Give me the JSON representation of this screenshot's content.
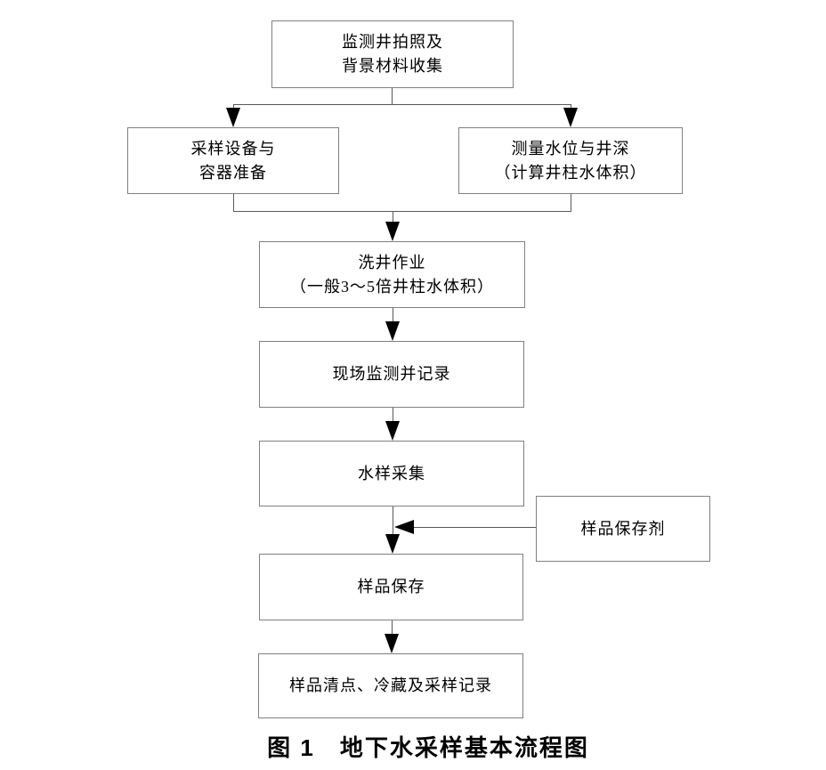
{
  "caption": "图 1　地下水采样基本流程图",
  "nodes": {
    "photo": {
      "lines": [
        "监测井拍照及",
        "背景材料收集"
      ]
    },
    "prepare": {
      "lines": [
        "采样设备与",
        "容器准备"
      ]
    },
    "measure": {
      "lines": [
        "测量水位与井深",
        "（计算井柱水体积）"
      ]
    },
    "purge": {
      "lines": [
        "洗井作业",
        "（一般3～5倍井柱水体积）"
      ]
    },
    "monitor": {
      "lines": [
        "现场监测并记录"
      ]
    },
    "collect": {
      "lines": [
        "水样采集"
      ]
    },
    "preservative": {
      "lines": [
        "样品保存剂"
      ]
    },
    "preserve": {
      "lines": [
        "样品保存"
      ]
    },
    "inventory": {
      "lines": [
        "样品清点、冷藏及采样记录"
      ]
    }
  },
  "colors": {
    "box_border": "#808080",
    "connector": "#595959",
    "arrow": "#000000",
    "text": "#000000",
    "background": "#ffffff"
  }
}
